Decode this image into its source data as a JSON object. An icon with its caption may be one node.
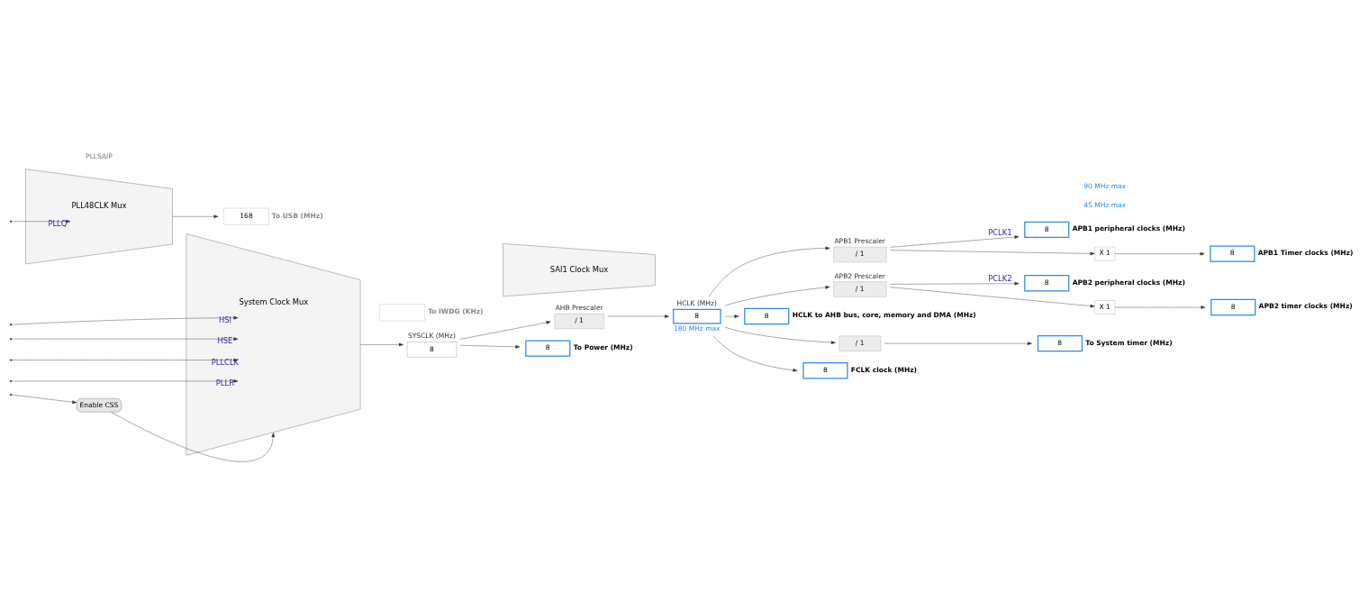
{
  "diagram": {
    "nodes": [
      {
        "text": [
          "System Clock Mux"
        ]
      },
      {
        "text": [
          "SYSCLK (MHz)",
          "8"
        ]
      },
      {
        "text": [
          "AHB Prescaler",
          "/ 1"
        ]
      },
      {
        "text": [
          "HCLK (MHz)",
          "8"
        ],
        "beside": [
          "180 MHz max"
        ]
      },
      {
        "text": [
          "APB1 Prescaler",
          "/ 1"
        ]
      },
      {
        "text": [
          "APB2 Prescaler",
          "/ 1"
        ]
      },
      {
        "text": [
          "X 1"
        ]
      },
      {
        "text": [
          "X 1"
        ]
      },
      {
        "text": [
          "8",
          "To Power (MHz)"
        ]
      },
      {
        "text": [
          "8",
          "HCLK to AHB bus, core, memory and DMA (MHz)"
        ]
      },
      {
        "text": [
          "/ 1"
        ]
      },
      {
        "text": [
          "8",
          "To System timer (MHz)"
        ]
      },
      {
        "text": [
          "8",
          "FCLK clock (MHz)"
        ]
      },
      {
        "text": [
          "8",
          "APB1 peripheral clocks (MHz)"
        ]
      },
      {
        "text": [
          "8",
          "APB1 Timer clocks (MHz)"
        ]
      },
      {
        "text": [
          "8",
          "APB2 peripheral clocks (MHz)"
        ]
      },
      {
        "text": [
          "8",
          "APB2 timer clocks (MHz)"
        ]
      },
      {
        "text": [
          "Enable CSS"
        ]
      },
      {
        "text": [
          "PLL48CLK Mux"
        ]
      },
      {
        "text": [
          "168",
          "To USB (MHz)"
        ]
      },
      {
        "text": [
          "To IWDG (KHz)"
        ]
      },
      {
        "text": [
          "SAI1 Clock Mux"
        ]
      }
    ],
    "edges": [
      {
        "from": null,
        "to": 0,
        "arrow": "to",
        "label": "HSI"
      },
      {
        "from": null,
        "to": 0,
        "arrow": "to",
        "label": "HSE"
      },
      {
        "from": null,
        "to": 0,
        "arrow": "to",
        "label": "PLLCLK"
      },
      {
        "from": null,
        "to": 0,
        "arrow": "to",
        "label": "PLLR"
      },
      {
        "from": 17,
        "to": 0,
        "arrow": "to"
      },
      {
        "from": null,
        "to": 17,
        "arrow": "to"
      },
      {
        "from": 0,
        "to": 1,
        "arrow": "to"
      },
      {
        "from": 1,
        "to": 8,
        "arrow": "to"
      },
      {
        "from": 1,
        "to": 2,
        "arrow": "to"
      },
      {
        "from": 2,
        "to": 3,
        "arrow": "to"
      },
      {
        "from": 3,
        "to": 9,
        "arrow": "to"
      },
      {
        "from": 3,
        "to": 10,
        "arrow": "to"
      },
      {
        "from": 10,
        "to": 11,
        "arrow": "to"
      },
      {
        "from": 3,
        "to": 12,
        "arrow": "to"
      },
      {
        "from": 3,
        "to": 4,
        "arrow": "to"
      },
      {
        "from": 3,
        "to": 5,
        "arrow": "to"
      },
      {
        "from": 4,
        "to": 13,
        "arrow": "to",
        "label": "PCLK1"
      },
      {
        "from": 4,
        "to": 6,
        "arrow": "to"
      },
      {
        "from": 6,
        "to": 14,
        "arrow": "to"
      },
      {
        "from": 5,
        "to": 15,
        "arrow": "to",
        "label": "PCLK2"
      },
      {
        "from": 5,
        "to": 7,
        "arrow": "to"
      },
      {
        "from": 7,
        "to": 16,
        "arrow": "to"
      },
      {
        "from": null,
        "to": 18,
        "arrow": "to",
        "label": "PLLQ"
      },
      {
        "from": 18,
        "to": 19,
        "arrow": "to"
      }
    ],
    "labels": [
      "45 MHz max",
      "90 MHz max",
      "PLLSAIP"
    ]
  }
}
